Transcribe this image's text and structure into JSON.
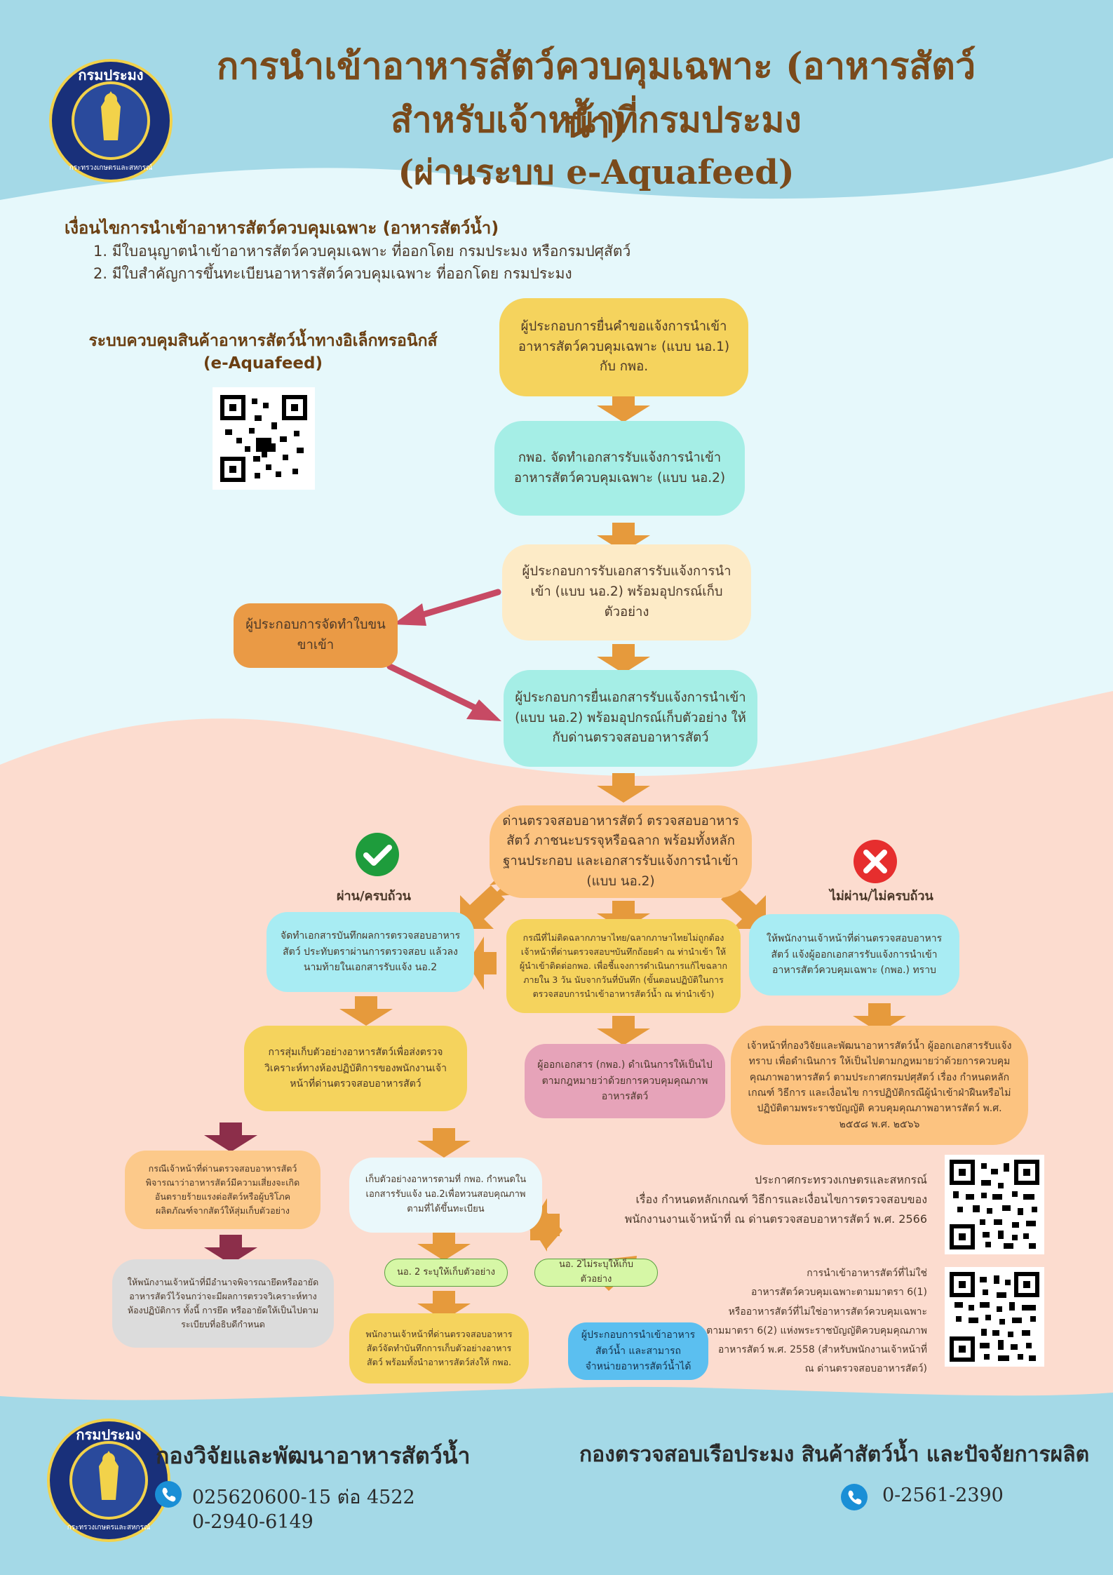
{
  "header": {
    "line1": "การนำเข้าอาหารสัตว์ควบคุมเฉพาะ (อาหารสัตว์น้ำ)",
    "line2": "สำหรับเจ้าหน้าที่กรมประมง",
    "line3": "(ผ่านระบบ e-Aquafeed)"
  },
  "logo": {
    "top_text": "กรมประมง",
    "bottom_text": "กระทรวงเกษตรและสหกรณ์"
  },
  "conditions": {
    "title": "เงื่อนไขการนำเข้าอาหารสัตว์ควบคุมเฉพาะ (อาหารสัตว์น้ำ)",
    "items": [
      "1.  มีใบอนุญาตนำเข้าอาหารสัตว์ควบคุมเฉพาะ ที่ออกโดย กรมประมง หรือกรมปศุสัตว์",
      "2. มีใบสำคัญการขึ้นทะเบียนอาหารสัตว์ควบคุมเฉพาะ ที่ออกโดย กรมประมง"
    ]
  },
  "system": {
    "title": "ระบบควบคุมสินค้าอาหารสัตว์น้ำทางอิเล็กทรอนิกส์",
    "subtitle": "(e-Aquafeed)"
  },
  "flow": {
    "s1": "ผู้ประกอบการยื่นคำขอแจ้งการนำเข้าอาหารสัตว์ควบคุมเฉพาะ (แบบ นอ.1) กับ กพอ.",
    "s2": "กพอ. จัดทำเอกสารรับแจ้งการนำเข้าอาหารสัตว์ควบคุมเฉพาะ (แบบ นอ.2)",
    "s3": "ผู้ประกอบการรับเอกสารรับแจ้งการนำเข้า (แบบ นอ.2) พร้อมอุปกรณ์เก็บตัวอย่าง",
    "side": "ผู้ประกอบการจัดทำใบขนขาเข้า",
    "s4": "ผู้ประกอบการยื่นเอกสารรับแจ้งการนำเข้า (แบบ นอ.2) พร้อมอุปกรณ์เก็บตัวอย่าง ให้กับด่านตรวจสอบอาหารสัตว์",
    "s5": "ด่านตรวจสอบอาหารสัตว์ ตรวจสอบอาหารสัตว์ ภาชนะบรรจุหรือฉลาก พร้อมทั้งหลักฐานประกอบ และเอกสารรับแจ้งการนำเข้า (แบบ นอ.2)",
    "pass_label": "ผ่าน/ครบถ้วน",
    "fail_label": "ไม่ผ่าน/ไม่ครบถ้วน",
    "pass1": "จัดทำเอกสารบันทึกผลการตรวจสอบอาหารสัตว์ ประทับตราผ่านการตรวจสอบ แล้วลงนามท้ายในเอกสารรับแจ้ง นอ.2",
    "mid1": "กรณีที่ไม่ติดฉลากภาษาไทย/ฉลากภาษาไทยไม่ถูกต้อง เจ้าหน้าที่ด่านตรวจสอบฯบันทึกถ้อยคำ ณ ท่านำเข้า ให้ผู้นำเข้าติดต่อกพอ. เพื่อชี้แจงการดำเนินการแก้ไขฉลาก ภายใน 3 วัน นับจากวันที่บันทึก (ขั้นตอนปฏิบัติในการตรวจสอบการนำเข้าอาหารสัตว์น้ำ ณ ท่านำเข้า)",
    "fail1": "ให้พนักงานเจ้าหน้าที่ด่านตรวจสอบอาหารสัตว์ แจ้งผู้ออกเอกสารรับแจ้งการนำเข้าอาหารสัตว์ควบคุมเฉพาะ (กพอ.) ทราบ",
    "pass2": "การสุ่มเก็บตัวอย่างอาหารสัตว์เพื่อส่งตรวจวิเคราะห์ทางห้องปฏิบัติการของพนักงานเจ้าหน้าที่ด่านตรวจสอบอาหารสัตว์",
    "mid2": "ผู้ออกเอกสาร (กพอ.) ดำเนินการให้เป็นไปตามกฎหมายว่าด้วยการควบคุมคุณภาพอาหารสัตว์",
    "fail2": "เจ้าหน้าที่กองวิจัยและพัฒนาอาหารสัตว์น้ำ ผู้ออกเอกสารรับแจ้งทราบ เพื่อดำเนินการ ให้เป็นไปตามกฎหมายว่าด้วยการควบคุมคุณภาพอาหารสัตว์ ตามประกาศกรมปศุสัตว์ เรื่อง กำหนดหลักเกณฑ์ วิธีการ และเงื่อนไข การปฏิบัติกรณีผู้นำเข้าฝ่าฝืนหรือไม่ปฏิบัติตามพระราชบัญญัติ ควบคุมคุณภาพอาหารสัตว์ พ.ศ. ๒๕๕๘ พ.ศ. ๒๕๖๖",
    "risk": "กรณีเจ้าหน้าที่ด่านตรวจสอบอาหารสัตว์ พิจารณาว่าอาหารสัตว์มีความเสี่ยงจะเกิดอันตรายร้ายแรงต่อสัตว์หรือผู้บริโภค ผลิตภัณฑ์จากสัตว์ให้สุ่มเก็บตัวอย่าง",
    "seize": "ให้พนักงานเจ้าหน้าที่มีอำนาจพิจารณายึดหรืออายัดอาหารสัตว์ไว้จนกว่าจะมีผลการตรวจวิเคราะห์ทางห้องปฏิบัติการ ทั้งนี้ การยึด หรืออายัดให้เป็นไปตามระเบียบที่อธิบดีกำหนด",
    "collect": "เก็บตัวอย่างอาหารตามที่ กพอ. กำหนดในเอกสารรับแจ้ง นอ.2เพื่อทวนสอบคุณภาพตามที่ได้ขึ้นทะเบียน",
    "no2_yes": "นอ. 2 ระบุให้เก็บตัวอย่าง",
    "no2_no": "นอ. 2ไม่ระบุให้เก็บตัวอย่าง",
    "staff": "พนักงานเจ้าหน้าที่ด่านตรวจสอบอาหารสัตว์จัดทำบันทึกการเก็บตัวอย่างอาหารสัตว์ พร้อมทั้งนำอาหารสัตว์ส่งให้ กพอ.",
    "final": "ผู้ประกอบการนำเข้าอาหารสัตว์น้ำ และสามารถจำหน่ายอาหารสัตว์น้ำได้"
  },
  "announcements": {
    "a1": [
      "ประกาศกระทรวงเกษตรและสหกรณ์",
      "เรื่อง กำหนดหลักเกณฑ์ วิธีการและเงื่อนไขการตรวจสอบของ",
      "พนักงานงานเจ้าหน้าที่ ณ ด่านตรวจสอบอาหารสัตว์ พ.ศ. 2566"
    ],
    "a2": [
      "การนำเข้าอาหารสัตว์ที่ไม่ใช่",
      "อาหารสัตว์ควบคุมเฉพาะตามมาตรา 6(1)",
      "หรืออาหารสัตว์ที่ไม่ใช่อาหารสัตว์ควบคุมเฉพาะ",
      "ตามมาตรา 6(2) แห่งพระราชบัญญัติควบคุมคุณภาพ",
      "อาหารสัตว์ พ.ศ. 2558 (สำหรับพนักงานเจ้าหน้าที่",
      "ณ ด่านตรวจสอบอาหารสัตว์)"
    ]
  },
  "footer": {
    "left_org": "กองวิจัยและพัฒนาอาหารสัตว์น้ำ",
    "left_phone1": "025620600-15 ต่อ 4522",
    "left_phone2": "0-2940-6149",
    "right_org": "กองตรวจสอบเรือประมง สินค้าสัตว์น้ำ และปัจจัยการผลิต",
    "right_phone": "0-2561-2390"
  },
  "colors": {
    "header_band": "#a4d9e7",
    "sea": "#e6f8fb",
    "sand": "#fcdccf",
    "title_brown": "#7a4a1b",
    "arrow_orange": "#e69a3c",
    "arrow_red": "#c74a64",
    "pass_green": "#1e9c3c",
    "fail_red": "#e62e2e"
  }
}
